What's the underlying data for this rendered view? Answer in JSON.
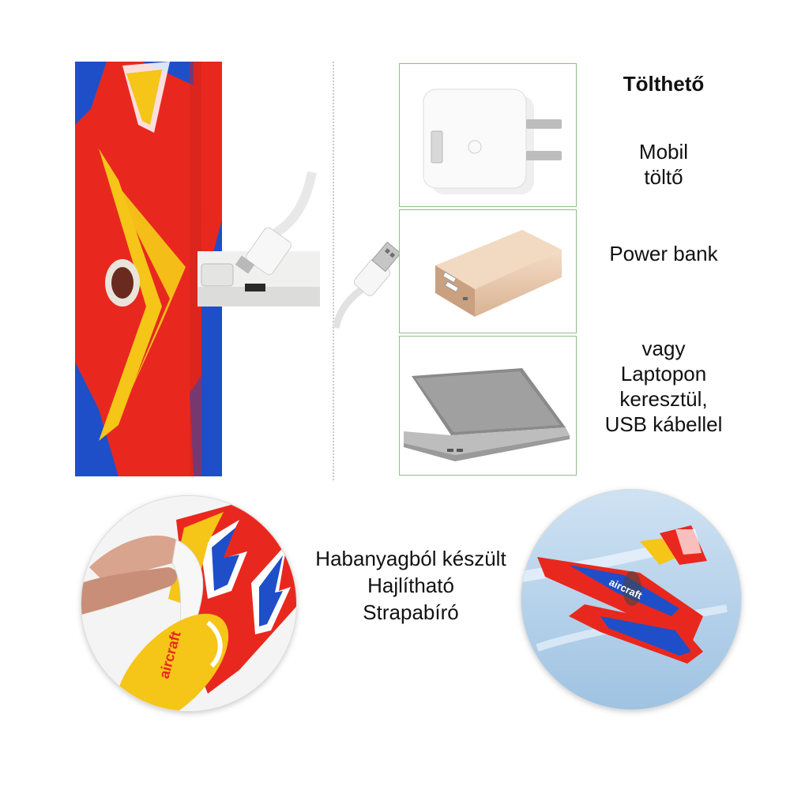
{
  "charging": {
    "title": "Tölthető",
    "options": [
      {
        "label": "Mobil\ntöltő",
        "icon": "wall-charger-icon"
      },
      {
        "label": "Power bank",
        "icon": "power-bank-icon"
      },
      {
        "label": "vagy\nLaptopon\nkeresztül,\nUSB kábellel",
        "icon": "laptop-icon"
      }
    ]
  },
  "features": {
    "lines": [
      "Habanyagból készült",
      "Hajlítható",
      "Strapabíró"
    ]
  },
  "product": {
    "wing_print": "aircraft",
    "plane_print": "aircraft"
  },
  "colors": {
    "red": "#e8281e",
    "blue": "#1e4fc8",
    "yellow": "#f5c518",
    "panel_border": "#8fbf8a"
  }
}
